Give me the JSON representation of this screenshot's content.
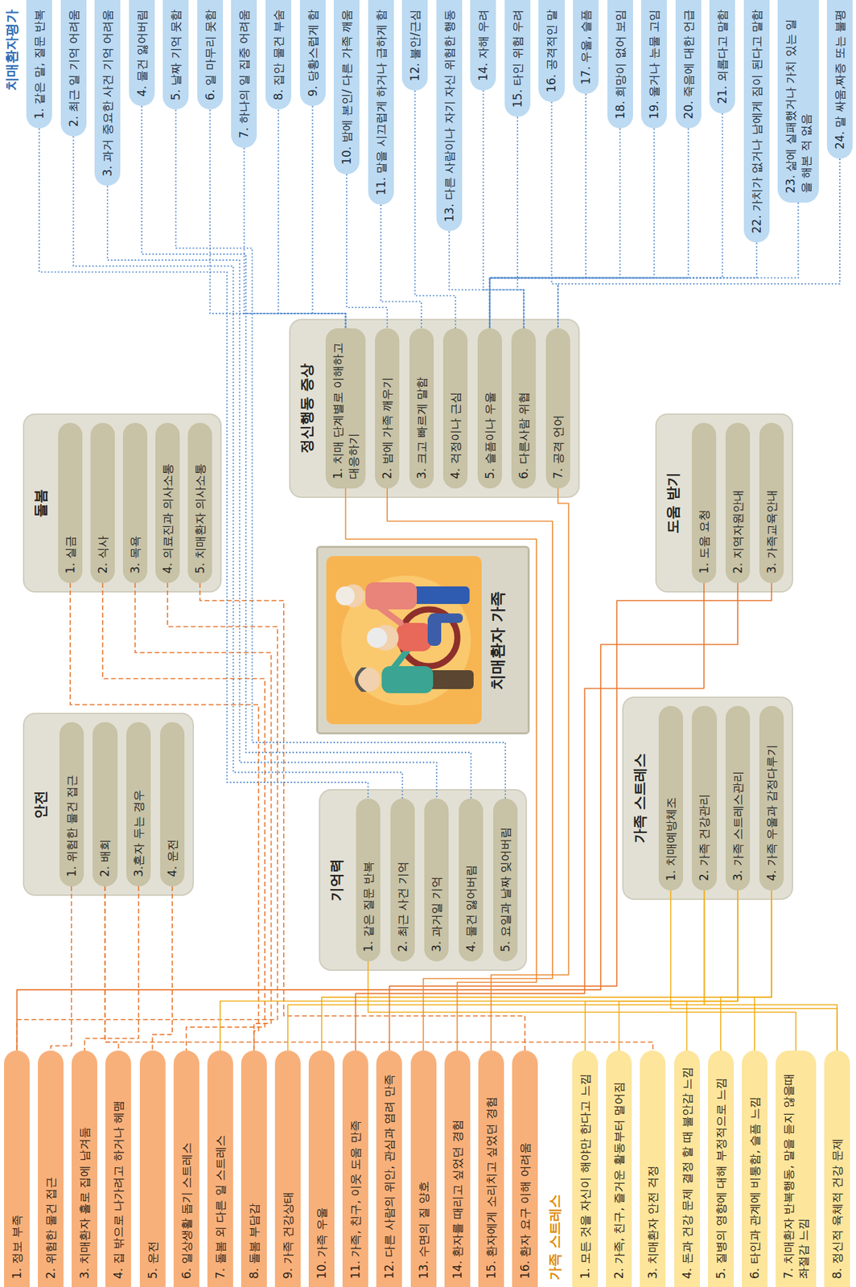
{
  "diagram": {
    "nodes": [
      {
        "text": [
          "1. 정보 부족"
        ]
      },
      {
        "text": [
          "2. 위험한 물건 접근"
        ]
      },
      {
        "text": [
          "3. 치매환자 홀로 집에 남겨둠"
        ]
      },
      {
        "text": [
          "4. 집 밖으로 나가려고 하거나 헤맴"
        ]
      },
      {
        "text": [
          "5. 운전"
        ]
      },
      {
        "text": [
          "6. 일상생활 돕기 스트레스"
        ]
      },
      {
        "text": [
          "7. 돌봄 외 다른 일 스트레스"
        ]
      },
      {
        "text": [
          "8. 돌봄 부담감"
        ]
      },
      {
        "text": [
          "9. 가족 건강상태"
        ]
      },
      {
        "text": [
          "10. 가족 우울"
        ]
      },
      {
        "text": [
          "11. 가족, 친구, 이웃 도움 만족"
        ]
      },
      {
        "text": [
          "12. 다른 사람의 위안, 관심과 염려 만족"
        ]
      },
      {
        "text": [
          "13. 수면의 질 양호"
        ]
      },
      {
        "text": [
          "14. 환자를 때리고 싶었던 경험"
        ]
      },
      {
        "text": [
          "15. 환자에게 소리치고 싶었던 경험"
        ]
      },
      {
        "text": [
          "16. 환자 요구 이해 어려움"
        ]
      },
      {
        "text": [
          "1. 모든 것을 자신이 해야만 한다고 느낌"
        ]
      },
      {
        "text": [
          "2. 가족, 친구, 즐거운 활동부터 멀어짐"
        ]
      },
      {
        "text": [
          "3. 치매환자 안전 걱정"
        ]
      },
      {
        "text": [
          "4. 돈과 건강 문제 결정 할 때 불안감 느낌"
        ]
      },
      {
        "text": [
          "5. 질병의 영향에 대해 부정적으로 느낌"
        ]
      },
      {
        "text": [
          "6. 타인과 관계에 비통함, 슬픔 느낌"
        ]
      },
      {
        "text": [
          "7. 치매환자 반복행동, 말을 듣지 않을때 좌절감 느낌"
        ]
      },
      {
        "text": [
          "8. 정신적 육체적 건강 문제"
        ]
      },
      {
        "text": [
          "안전"
        ]
      },
      {
        "text": [
          "1. 위험한 물건 접근"
        ],
        "in": 24
      },
      {
        "text": [
          "2. 배회"
        ],
        "in": 24
      },
      {
        "text": [
          "3.혼자 두는 경우"
        ],
        "in": 24
      },
      {
        "text": [
          "4. 운전"
        ],
        "in": 24
      },
      {
        "text": [
          "돌봄"
        ]
      },
      {
        "text": [
          "1. 실금"
        ],
        "in": 29
      },
      {
        "text": [
          "2. 식사"
        ],
        "in": 29
      },
      {
        "text": [
          "3. 목욕"
        ],
        "in": 29
      },
      {
        "text": [
          "4. 의료진과 의사소통"
        ],
        "in": 29
      },
      {
        "text": [
          "5. 치매환자 의사소통"
        ],
        "in": 29
      },
      {
        "text": [
          "기억력"
        ]
      },
      {
        "text": [
          "1. 같은 질문 반복"
        ],
        "in": 35
      },
      {
        "text": [
          "2. 최근 사건 기억"
        ],
        "in": 35
      },
      {
        "text": [
          "3. 과거일 기억"
        ],
        "in": 35
      },
      {
        "text": [
          "4. 물건 잃어버림"
        ],
        "in": 35
      },
      {
        "text": [
          "5. 요일과 날짜 잊어버림"
        ],
        "in": 35
      },
      {
        "text": [
          "치매환자 가족"
        ]
      },
      {
        "text": [
          "가족 스트레스"
        ]
      },
      {
        "text": [
          "1. 치매예방체조"
        ],
        "in": 42
      },
      {
        "text": [
          "2. 가족 건강관리"
        ],
        "in": 42
      },
      {
        "text": [
          "3. 가족 스트레스관리"
        ],
        "in": 42
      },
      {
        "text": [
          "4. 가족 우울과 감정다루기"
        ],
        "in": 42
      },
      {
        "text": [
          "도움 받기"
        ]
      },
      {
        "text": [
          "1. 도움 요청"
        ],
        "in": 47
      },
      {
        "text": [
          "2. 지역자원안내"
        ],
        "in": 47
      },
      {
        "text": [
          "3. 가족교육안내"
        ],
        "in": 47
      },
      {
        "text": [
          "정신행동 증상"
        ]
      },
      {
        "text": [
          "1. 치매 단계별로 이해하고 대응하기"
        ],
        "in": 51
      },
      {
        "text": [
          "2. 밤에 가족 깨우기"
        ],
        "in": 51
      },
      {
        "text": [
          "3. 크고 빠르게 말함"
        ],
        "in": 51
      },
      {
        "text": [
          "4. 걱정이나 근심"
        ],
        "in": 51
      },
      {
        "text": [
          "5. 슬픔이나 우울"
        ],
        "in": 51
      },
      {
        "text": [
          "6. 다른사람 위협"
        ],
        "in": 51
      },
      {
        "text": [
          "7. 공격 언어"
        ],
        "in": 51
      },
      {
        "text": [
          "1. 같은 말, 질문 반복"
        ]
      },
      {
        "text": [
          "2. 최근 일 기억 어려움"
        ]
      },
      {
        "text": [
          "3. 과거 중요한 사건 기억 어려움"
        ]
      },
      {
        "text": [
          "4. 물건 잃어버림"
        ]
      },
      {
        "text": [
          "5. 날짜 기억 못함"
        ]
      },
      {
        "text": [
          "6. 일 마무리 못함"
        ]
      },
      {
        "text": [
          "7. 하나의 일 집중 어려움"
        ]
      },
      {
        "text": [
          "8. 집안 물건 부숨"
        ]
      },
      {
        "text": [
          "9. 당황스럽게 함"
        ]
      },
      {
        "text": [
          "10. 밤에 본인/ 다른 가족 깨움"
        ]
      },
      {
        "text": [
          "11. 말을 시끄럽게 하거나 급하게 함"
        ]
      },
      {
        "text": [
          "12. 불안/근심"
        ]
      },
      {
        "text": [
          "13. 다른 사람이나 자기 자신 위험한 행동"
        ]
      },
      {
        "text": [
          "14. 자해 우려"
        ]
      },
      {
        "text": [
          "15. 타인 위험 우려"
        ]
      },
      {
        "text": [
          "16. 공격적인 말"
        ]
      },
      {
        "text": [
          "17. 우울, 슬픔"
        ]
      },
      {
        "text": [
          "18. 희망이 없어 보임"
        ]
      },
      {
        "text": [
          "19. 울거나 눈물 고임"
        ]
      },
      {
        "text": [
          "20. 죽음에 대한 언급"
        ]
      },
      {
        "text": [
          "21. 외롭다고 말함"
        ]
      },
      {
        "text": [
          "22. 가치가 없거나 남에게 짐이 된다고 말함"
        ]
      },
      {
        "text": [
          "23. 삶에 실패했거나 가치 있는 일을 해본 적 없음"
        ]
      },
      {
        "text": [
          "24. 말 싸움,짜증 또는 불평"
        ]
      }
    ],
    "edges": [
      {
        "from": 25,
        "to": 1,
        "arrow": "none"
      },
      {
        "from": 26,
        "to": 3,
        "arrow": "none"
      },
      {
        "from": 26,
        "to": 18,
        "arrow": "none"
      },
      {
        "from": 27,
        "to": 2,
        "arrow": "none"
      },
      {
        "from": 28,
        "to": 4,
        "arrow": "none"
      },
      {
        "from": 30,
        "to": 7,
        "arrow": "none"
      },
      {
        "from": 31,
        "to": 5,
        "arrow": "none"
      },
      {
        "from": 32,
        "to": 7,
        "arrow": "none"
      },
      {
        "from": 33,
        "to": 0,
        "arrow": "none"
      },
      {
        "from": 34,
        "to": 15,
        "arrow": "none"
      },
      {
        "from": 36,
        "to": 22,
        "arrow": "none"
      },
      {
        "from": 43,
        "to": 23,
        "arrow": "none"
      },
      {
        "from": 44,
        "to": 8,
        "arrow": "none"
      },
      {
        "from": 44,
        "to": 23,
        "arrow": "none"
      },
      {
        "from": 45,
        "to": 6,
        "arrow": "none"
      },
      {
        "from": 45,
        "to": 16,
        "arrow": "none"
      },
      {
        "from": 45,
        "to": 17,
        "arrow": "none"
      },
      {
        "from": 45,
        "to": 19,
        "arrow": "none"
      },
      {
        "from": 46,
        "to": 9,
        "arrow": "none"
      },
      {
        "from": 46,
        "to": 20,
        "arrow": "none"
      },
      {
        "from": 46,
        "to": 21,
        "arrow": "none"
      },
      {
        "from": 48,
        "to": 10,
        "arrow": "none"
      },
      {
        "from": 49,
        "to": 0,
        "arrow": "none"
      },
      {
        "from": 50,
        "to": 11,
        "arrow": "none"
      },
      {
        "from": 52,
        "to": 13,
        "arrow": "none"
      },
      {
        "from": 53,
        "to": 12,
        "arrow": "none"
      },
      {
        "from": 58,
        "to": 14,
        "arrow": "none"
      },
      {
        "from": 59,
        "to": 36,
        "arrow": "none"
      },
      {
        "from": 60,
        "to": 37,
        "arrow": "none"
      },
      {
        "from": 61,
        "to": 38,
        "arrow": "none"
      },
      {
        "from": 62,
        "to": 39,
        "arrow": "none"
      },
      {
        "from": 63,
        "to": 40,
        "arrow": "none"
      },
      {
        "from": 64,
        "to": 52,
        "arrow": "none"
      },
      {
        "from": 65,
        "to": 52,
        "arrow": "none"
      },
      {
        "from": 66,
        "to": 52,
        "arrow": "none"
      },
      {
        "from": 67,
        "to": 52,
        "arrow": "none"
      },
      {
        "from": 68,
        "to": 53,
        "arrow": "none"
      },
      {
        "from": 69,
        "to": 54,
        "arrow": "none"
      },
      {
        "from": 70,
        "to": 55,
        "arrow": "none"
      },
      {
        "from": 71,
        "to": 57,
        "arrow": "none"
      },
      {
        "from": 72,
        "to": 57,
        "arrow": "none"
      },
      {
        "from": 73,
        "to": 57,
        "arrow": "none"
      },
      {
        "from": 74,
        "to": 58,
        "arrow": "none"
      },
      {
        "from": 75,
        "to": 56,
        "arrow": "none"
      },
      {
        "from": 76,
        "to": 56,
        "arrow": "none"
      },
      {
        "from": 77,
        "to": 56,
        "arrow": "none"
      },
      {
        "from": 78,
        "to": 56,
        "arrow": "none"
      },
      {
        "from": 79,
        "to": 56,
        "arrow": "none"
      },
      {
        "from": 80,
        "to": 56,
        "arrow": "none"
      },
      {
        "from": 81,
        "to": 56,
        "arrow": "none"
      },
      {
        "from": 82,
        "to": 58,
        "arrow": "none"
      }
    ],
    "labels": [
      "치매환자평가",
      "가족 스트레스"
    ]
  }
}
